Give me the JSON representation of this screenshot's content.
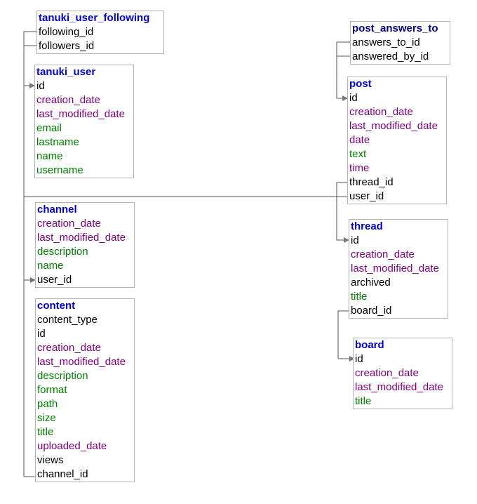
{
  "colors": {
    "table_title": "#0000cc",
    "table_title_alt": "#000080",
    "column_key": "#000000",
    "column_date": "#800080",
    "column_field": "#008000",
    "line": "#555555",
    "border": "#b4b4b4"
  },
  "tables": {
    "tanuki_user_following": {
      "title": "tanuki_user_following",
      "columns": [
        {
          "name": "following_id",
          "kind": "k"
        },
        {
          "name": "followers_id",
          "kind": "k"
        }
      ]
    },
    "tanuki_user": {
      "title": "tanuki_user",
      "columns": [
        {
          "name": "id",
          "kind": "k"
        },
        {
          "name": "creation_date",
          "kind": "p"
        },
        {
          "name": "last_modified_date",
          "kind": "p"
        },
        {
          "name": "email",
          "kind": "g"
        },
        {
          "name": "lastname",
          "kind": "g"
        },
        {
          "name": "name",
          "kind": "g"
        },
        {
          "name": "username",
          "kind": "g"
        }
      ]
    },
    "channel": {
      "title": "channel",
      "columns": [
        {
          "name": "creation_date",
          "kind": "p"
        },
        {
          "name": "last_modified_date",
          "kind": "p"
        },
        {
          "name": "description",
          "kind": "g"
        },
        {
          "name": "name",
          "kind": "g"
        },
        {
          "name": "user_id",
          "kind": "k"
        }
      ]
    },
    "content": {
      "title": "content",
      "columns": [
        {
          "name": "content_type",
          "kind": "k"
        },
        {
          "name": "id",
          "kind": "k"
        },
        {
          "name": "creation_date",
          "kind": "p"
        },
        {
          "name": "last_modified_date",
          "kind": "p"
        },
        {
          "name": "description",
          "kind": "g"
        },
        {
          "name": "format",
          "kind": "g"
        },
        {
          "name": "path",
          "kind": "g"
        },
        {
          "name": "size",
          "kind": "g"
        },
        {
          "name": "title",
          "kind": "g"
        },
        {
          "name": "uploaded_date",
          "kind": "p"
        },
        {
          "name": "views",
          "kind": "k"
        },
        {
          "name": "channel_id",
          "kind": "k"
        }
      ]
    },
    "post_answers_to": {
      "title": "post_answers_to",
      "columns": [
        {
          "name": "answers_to_id",
          "kind": "k"
        },
        {
          "name": "answered_by_id",
          "kind": "k"
        }
      ]
    },
    "post": {
      "title": "post",
      "columns": [
        {
          "name": "id",
          "kind": "k"
        },
        {
          "name": "creation_date",
          "kind": "p"
        },
        {
          "name": "last_modified_date",
          "kind": "p"
        },
        {
          "name": "date",
          "kind": "p"
        },
        {
          "name": "text",
          "kind": "g"
        },
        {
          "name": "time",
          "kind": "p"
        },
        {
          "name": "thread_id",
          "kind": "k"
        },
        {
          "name": "user_id",
          "kind": "k"
        }
      ]
    },
    "thread": {
      "title": "thread",
      "columns": [
        {
          "name": "id",
          "kind": "k"
        },
        {
          "name": "creation_date",
          "kind": "p"
        },
        {
          "name": "last_modified_date",
          "kind": "p"
        },
        {
          "name": "archived",
          "kind": "k"
        },
        {
          "name": "title",
          "kind": "g"
        },
        {
          "name": "board_id",
          "kind": "k"
        }
      ]
    },
    "board": {
      "title": "board",
      "columns": [
        {
          "name": "id",
          "kind": "k"
        },
        {
          "name": "creation_date",
          "kind": "p"
        },
        {
          "name": "last_modified_date",
          "kind": "p"
        },
        {
          "name": "title",
          "kind": "g"
        }
      ]
    }
  }
}
